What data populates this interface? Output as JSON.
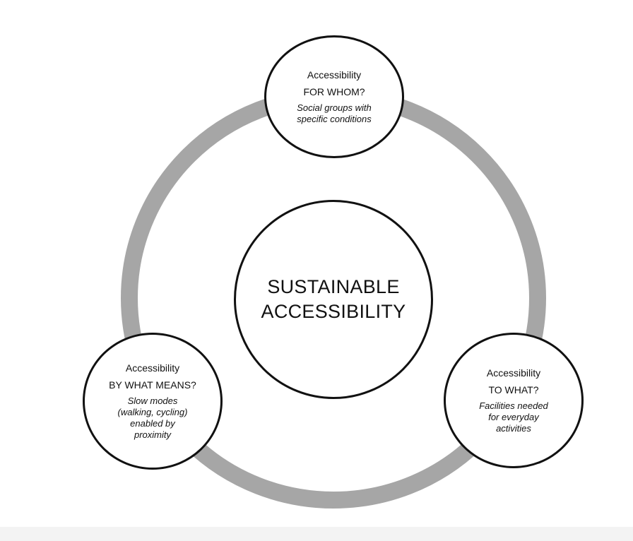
{
  "center": {
    "line1": "SUSTAINABLE",
    "line2": "ACCESSIBILITY"
  },
  "nodes": {
    "top": {
      "label": "Accessibility",
      "question": "FOR WHOM?",
      "desc_lines": [
        "Social groups with",
        "specific conditions"
      ]
    },
    "left": {
      "label": "Accessibility",
      "question": "BY WHAT MEANS?",
      "desc_lines": [
        "Slow modes",
        "(walking, cycling)",
        "enabled by",
        "proximity"
      ]
    },
    "right": {
      "label": "Accessibility",
      "question": "TO WHAT?",
      "desc_lines": [
        "Facilities needed",
        "for everyday",
        "activities"
      ]
    }
  },
  "colors": {
    "ring": "#a6a6a6",
    "outline": "#111111",
    "background": "#ffffff"
  }
}
